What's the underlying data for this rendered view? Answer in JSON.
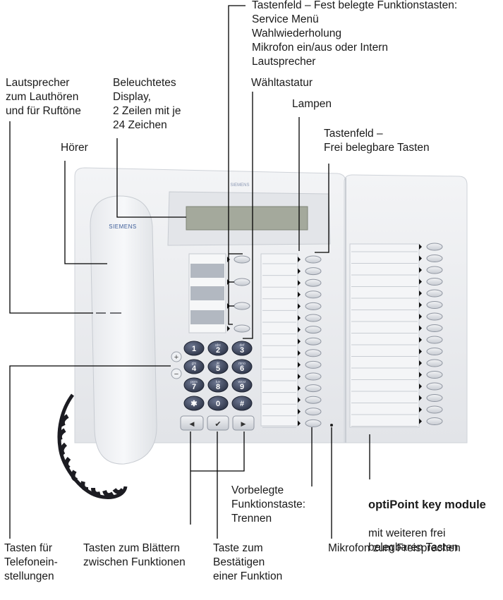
{
  "labels": {
    "tastenfeld_fest": "Tastenfeld – Fest belegte Funktionstasten:\nService Menü\nWahlwiederholung\nMikrofon ein/aus oder Intern\nLautsprecher",
    "lautsprecher": "Lautsprecher\nzum Lauthören\nund für Ruftöne",
    "display": "Beleuchtetes\nDisplay,\n2 Zeilen mit je\n24 Zeichen",
    "waehltastatur": "Wähltastatur",
    "lampen": "Lampen",
    "tastenfeld_frei": "Tastenfeld –\nFrei belegbare Tasten",
    "hoerer": "Hörer",
    "vorbelegte": "Vorbelegte\nFunktionstaste:\nTrennen",
    "key_module_title": "optiPoint key module",
    "key_module_desc": "mit weiteren frei\nbelegbaren Tasten",
    "tasten_telefon": "Tasten für\nTelefonein-\nstellungen",
    "tasten_blaettern": "Tasten zum Blättern\nzwischen Funktionen",
    "taste_bestaetigen": "Taste zum\nBestätigen\neiner Funktion",
    "mikrofon": "Mikrofon zum Freisprechen"
  },
  "phone": {
    "brand": "SIEMENS",
    "keypad": [
      {
        "digit": "1",
        "letters": ""
      },
      {
        "digit": "2",
        "letters": "abc"
      },
      {
        "digit": "3",
        "letters": "def"
      },
      {
        "digit": "4",
        "letters": "ghi"
      },
      {
        "digit": "5",
        "letters": "jkl"
      },
      {
        "digit": "6",
        "letters": "mno"
      },
      {
        "digit": "7",
        "letters": "pqrs"
      },
      {
        "digit": "8",
        "letters": "tuv"
      },
      {
        "digit": "9",
        "letters": "wxyz"
      },
      {
        "digit": "✱",
        "letters": ""
      },
      {
        "digit": "0",
        "letters": ""
      },
      {
        "digit": "#",
        "letters": ""
      }
    ],
    "volume_plus": "+",
    "volume_minus": "−",
    "nav_left": "◀",
    "nav_ok": "✔",
    "nav_right": "▶"
  },
  "colors": {
    "body": "#e9ebee",
    "body_shade": "#d9dce1",
    "display": "#a4a99c",
    "key_dark": "#3a4257",
    "line": "#000000"
  }
}
